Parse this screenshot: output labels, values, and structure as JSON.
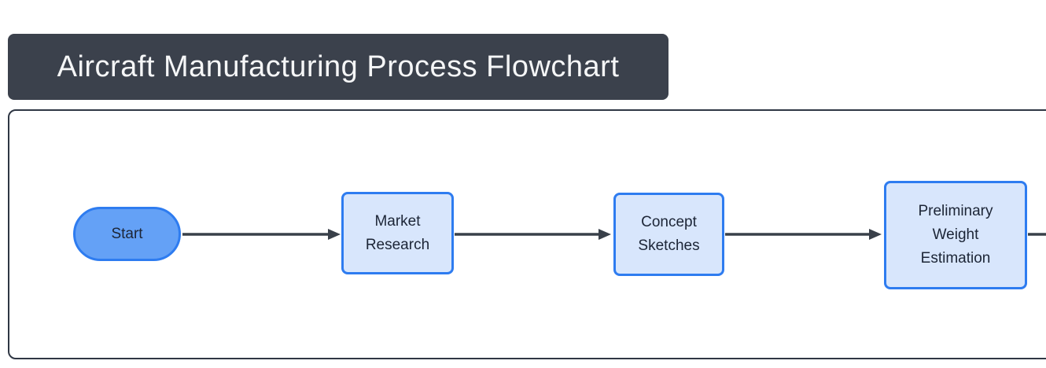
{
  "title": "Aircraft Manufacturing Process Flowchart",
  "diagram": {
    "nodes": [
      {
        "id": "start",
        "label": "Start",
        "shape": "stadium"
      },
      {
        "id": "market-research",
        "label": "Market\nResearch",
        "shape": "process"
      },
      {
        "id": "concept-sketches",
        "label": "Concept\nSketches",
        "shape": "process"
      },
      {
        "id": "preliminary-weight-estimation",
        "label": "Preliminary\nWeight\nEstimation",
        "shape": "process"
      }
    ],
    "edges": [
      {
        "from": "start",
        "to": "market-research"
      },
      {
        "from": "market-research",
        "to": "concept-sketches"
      },
      {
        "from": "concept-sketches",
        "to": "preliminary-weight-estimation"
      },
      {
        "from": "preliminary-weight-estimation",
        "to": "offscreen-right"
      }
    ]
  },
  "colors": {
    "titlebar-bg": "#3b414c",
    "titlebar-text": "#f5f6f7",
    "canvas-bg": "#ffffff",
    "canvas-border": "#2f3744",
    "node-border": "#2e7cf0",
    "start-fill": "#64a1f6",
    "process-fill": "#d8e6fc",
    "node-text": "#1c2536",
    "edge-color": "#394049"
  }
}
